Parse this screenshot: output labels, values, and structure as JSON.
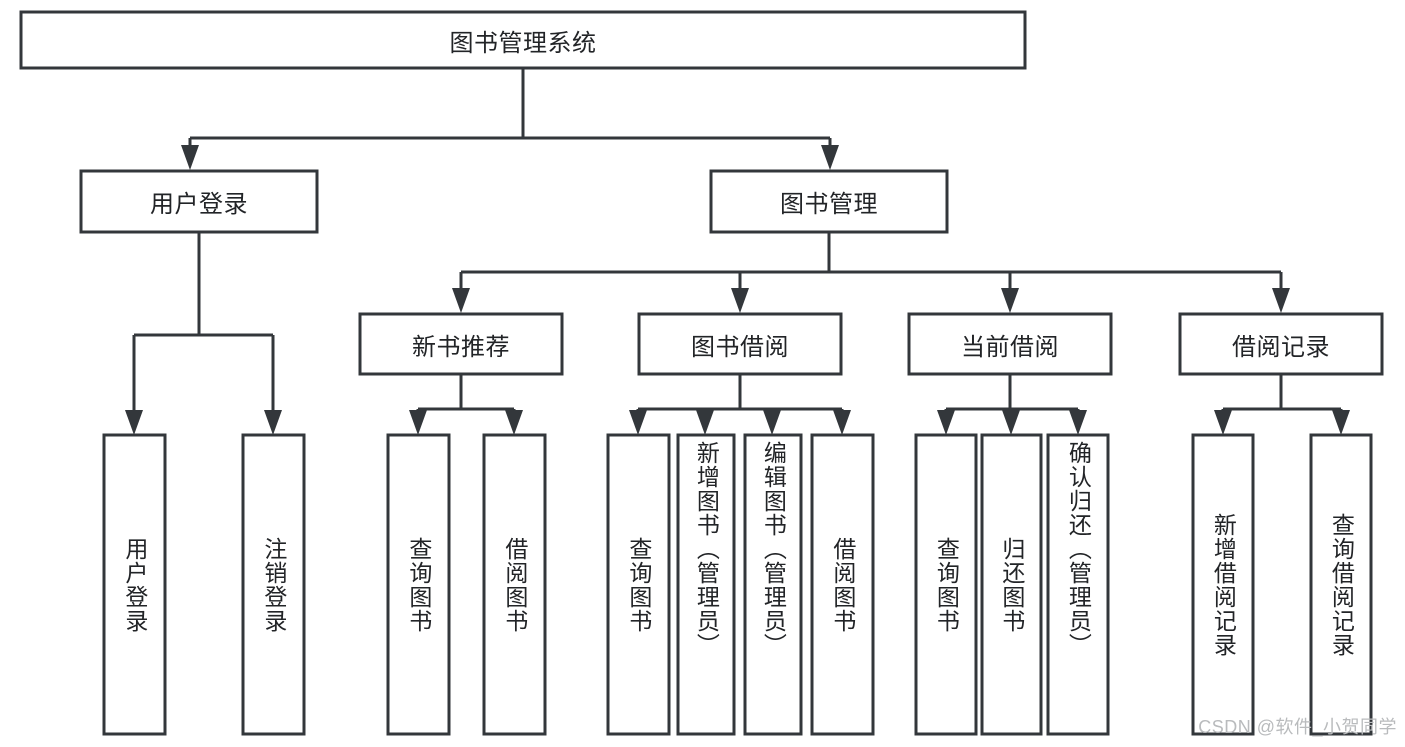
{
  "diagram": {
    "type": "hierarchy-tree",
    "title": "图书管理系统",
    "watermark": "CSDN @软件_小贺同学",
    "colors": {
      "stroke": "#33373b",
      "box_fill": "#ffffff",
      "text": "#222427",
      "watermark": "#b9bbbd",
      "background": "#ffffff"
    },
    "root": {
      "label": "图书管理系统"
    },
    "level2": [
      {
        "label": "用户登录"
      },
      {
        "label": "图书管理"
      }
    ],
    "level3": [
      {
        "label": "新书推荐"
      },
      {
        "label": "图书借阅"
      },
      {
        "label": "当前借阅"
      },
      {
        "label": "借阅记录"
      }
    ],
    "leaves": {
      "user_login": [
        {
          "label": "用户登录"
        },
        {
          "label": "注销登录"
        }
      ],
      "new_book_recommend": [
        {
          "label": "查询图书"
        },
        {
          "label": "借阅图书"
        }
      ],
      "book_borrow": [
        {
          "label": "查询图书"
        },
        {
          "label": "新增图书（管理员）"
        },
        {
          "label": "编辑图书（管理员）"
        },
        {
          "label": "借阅图书"
        }
      ],
      "current_borrow": [
        {
          "label": "查询图书"
        },
        {
          "label": "归还图书"
        },
        {
          "label": "确认归还（管理员）"
        }
      ],
      "borrow_record": [
        {
          "label": "新增借阅记录"
        },
        {
          "label": "查询借阅记录"
        }
      ]
    }
  }
}
